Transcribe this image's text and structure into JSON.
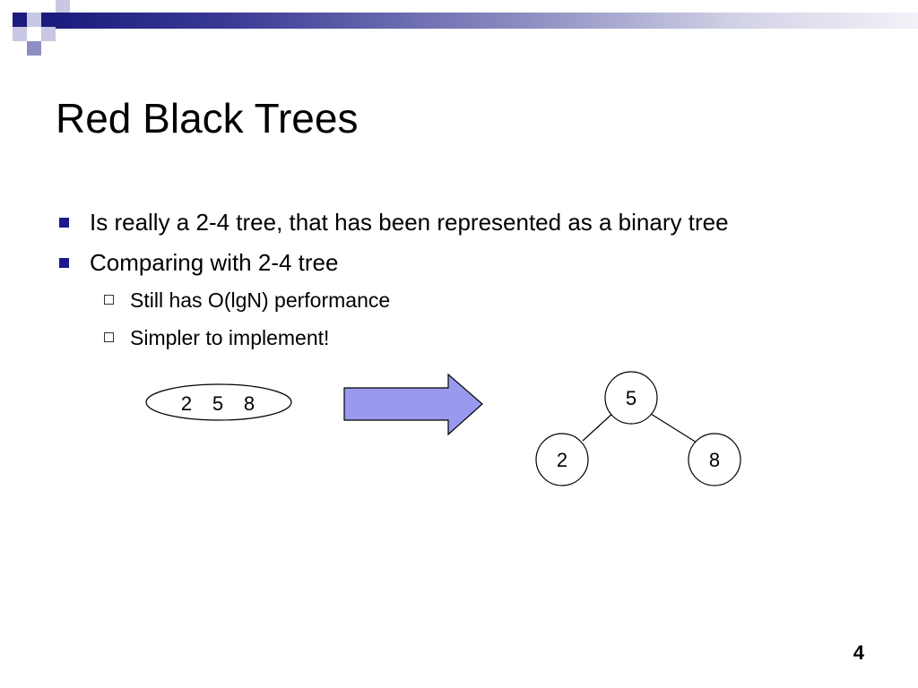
{
  "slide": {
    "title": "Red Black Trees",
    "page_number": "4"
  },
  "bullets": [
    {
      "text": "Is really a 2-4 tree, that has been represented as a binary tree",
      "level": 1
    },
    {
      "text": "Comparing with 2-4 tree",
      "level": 1
    },
    {
      "text": "Still has O(lgN) performance",
      "level": 2
    },
    {
      "text": "Simpler to implement!",
      "level": 2
    }
  ],
  "diagram": {
    "node_2_4": {
      "keys": [
        "2",
        "5",
        "8"
      ]
    },
    "arrow_color": "#9999ee",
    "binary_tree": {
      "root": "5",
      "left": "2",
      "right": "8"
    }
  },
  "colors": {
    "bullet_square": "#1a1a8c",
    "banner_dark": "#1c1c7e"
  }
}
